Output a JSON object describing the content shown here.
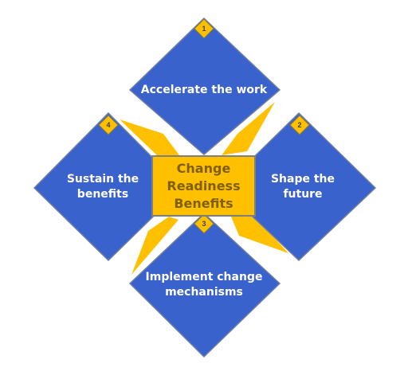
{
  "diagram": {
    "center": {
      "line1": "Change",
      "line2": "Readiness",
      "line3": "Benefits"
    },
    "items": [
      {
        "number": "1",
        "label_line1": "Accelerate the work"
      },
      {
        "number": "2",
        "label_line1": "Shape the",
        "label_line2": "future"
      },
      {
        "number": "3",
        "label_line1": "Implement change",
        "label_line2": "mechanisms"
      },
      {
        "number": "4",
        "label_line1": "Sustain the",
        "label_line2": "benefits"
      }
    ],
    "colors": {
      "diamond_fill": "#3a62cc",
      "diamond_stroke": "#6f7f9f",
      "accent": "#ffc000",
      "badge_stroke": "#8a7a3a",
      "center_text": "#7f5f00"
    }
  }
}
